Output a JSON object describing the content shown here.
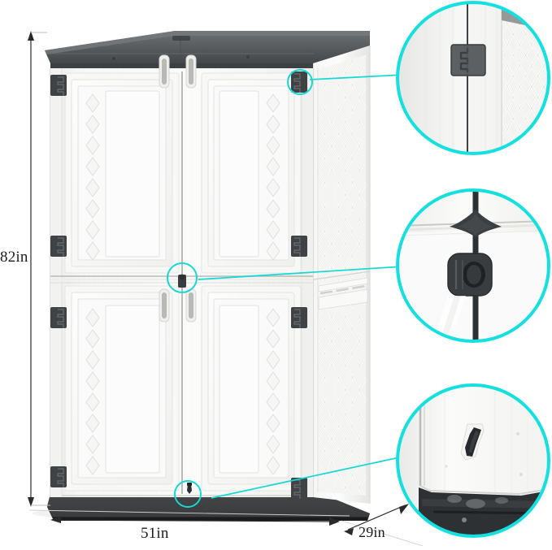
{
  "product": {
    "type": "outdoor-vertical-storage-shed",
    "body_color": "#f4f4f2",
    "roof_color": "#5e6163",
    "base_color": "#2d2f31",
    "hardware_color": "#404346",
    "accent_color": "#14e0e0"
  },
  "dimensions": {
    "height": "82in",
    "width": "51in",
    "depth": "29in"
  },
  "callouts": [
    {
      "id": "hinge",
      "name": "door-hinge-detail",
      "label": ""
    },
    {
      "id": "latch",
      "name": "lockable-latch-handle-detail",
      "label": ""
    },
    {
      "id": "floor-latch",
      "name": "bottom-floor-latch-detail",
      "label": ""
    }
  ],
  "markers": [
    {
      "id": "marker-hinge",
      "name": "hinge-marker"
    },
    {
      "id": "marker-latch",
      "name": "latch-marker"
    },
    {
      "id": "marker-floor",
      "name": "floor-latch-marker"
    }
  ]
}
